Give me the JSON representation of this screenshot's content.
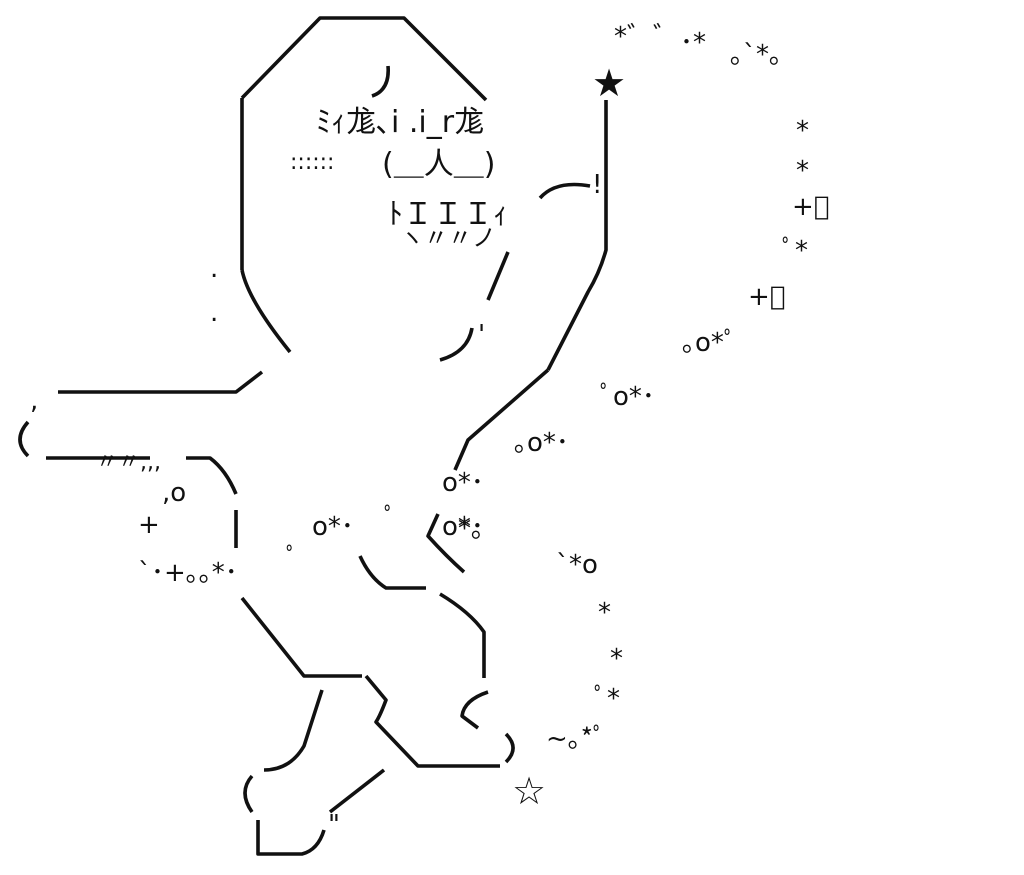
{
  "art": {
    "colors": {
      "ink": "#111111",
      "background": "#ffffff"
    },
    "face": {
      "brow": "ﾐｨ尨､i .i_r尨",
      "cheeks": "::::::",
      "mouth": "(＿人＿)",
      "teeth": "ﾄＩＩＩｨ",
      "chin": "ヽ〃〃ノ"
    },
    "stars": {
      "filled": "★",
      "outline": "☆"
    },
    "sparkles": [
      "*゛゛",
      "･*",
      "｡`*｡",
      "*",
      "*",
      "+ﾟ",
      "ﾟ*",
      "+ﾟ",
      "｡o*ﾟ",
      "ﾟo*･",
      "｡o*･",
      "o*･",
      "o*･",
      "ﾟ",
      "o*･",
      "ﾟ",
      ",o",
      "+",
      "`･+｡｡*･",
      "〃〃,,,",
      "*｡",
      "`*o",
      "*",
      "*",
      "ﾟ*",
      "~｡*ﾟ",
      "!",
      ",",
      ".",
      ".",
      "'",
      "\""
    ]
  }
}
